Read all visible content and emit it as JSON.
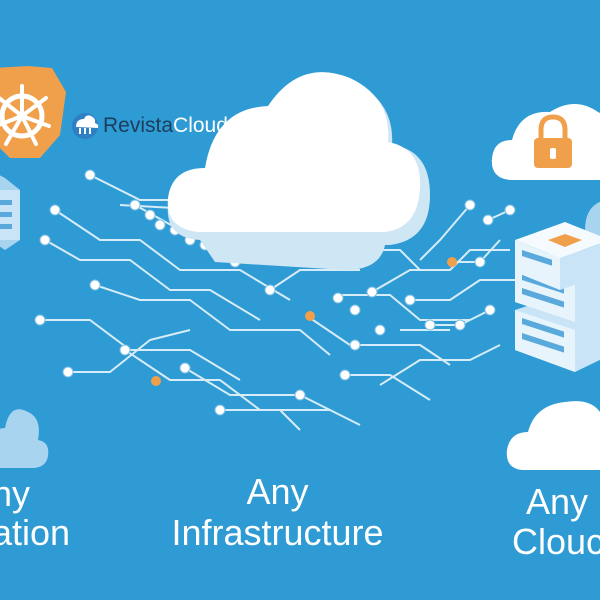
{
  "brand": {
    "name_part1": "Revista",
    "name_part2": "Cloud"
  },
  "captions": {
    "left_line1": "ny",
    "left_line2": "ation",
    "center_line1": "Any",
    "center_line2": "Infrastructure",
    "right_line1": "Any",
    "right_line2": "Clouc"
  },
  "colors": {
    "background": "#2e9bd4",
    "cloud": "#ffffff",
    "cloud_shadow": "#cfe6f4",
    "kubernetes_badge": "#f0a04b",
    "lock": "#f0a04b",
    "server": "#a9d4f0",
    "circuit": "#d6ecf8",
    "node_accent": "#f0a04b"
  },
  "icons": [
    "kubernetes-icon",
    "revistacloud-logo-icon",
    "lock-icon",
    "server-stack-icon",
    "cloud-icon"
  ]
}
